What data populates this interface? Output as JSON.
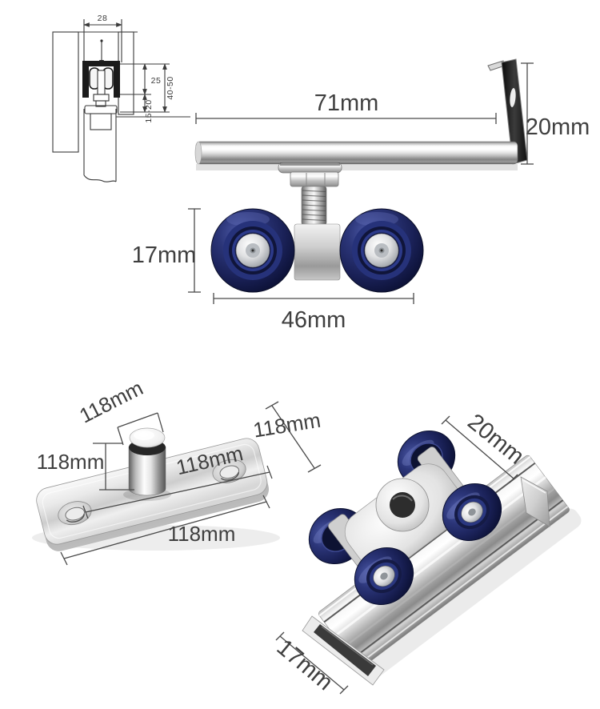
{
  "style": {
    "background": "#ffffff",
    "dim_text_color": "#3f3f3f",
    "dim_line_color": "#4a4a4a",
    "drawing_line_color": "#3a3a3a",
    "wheel_navy": "#1f2757",
    "wheel_blue_ring": "#2a3780",
    "chrome_light": "#f5f5f5",
    "chrome_dark": "#8a8a8a"
  },
  "cross_section": {
    "width": "28",
    "upper": "25",
    "lower": "15-20",
    "total": "40-50"
  },
  "hanger_roller": {
    "bar_length": "71mm",
    "bracket_height": "20mm",
    "wheel_height": "17mm",
    "roller_width": "46mm"
  },
  "floor_guide": {
    "label_top": "118mm",
    "label_right": "118mm",
    "label_left": "118mm",
    "label_middle": "118mm",
    "label_bottom": "118mm"
  },
  "track_roller": {
    "width_label": "20mm",
    "height_label": "17mm"
  }
}
